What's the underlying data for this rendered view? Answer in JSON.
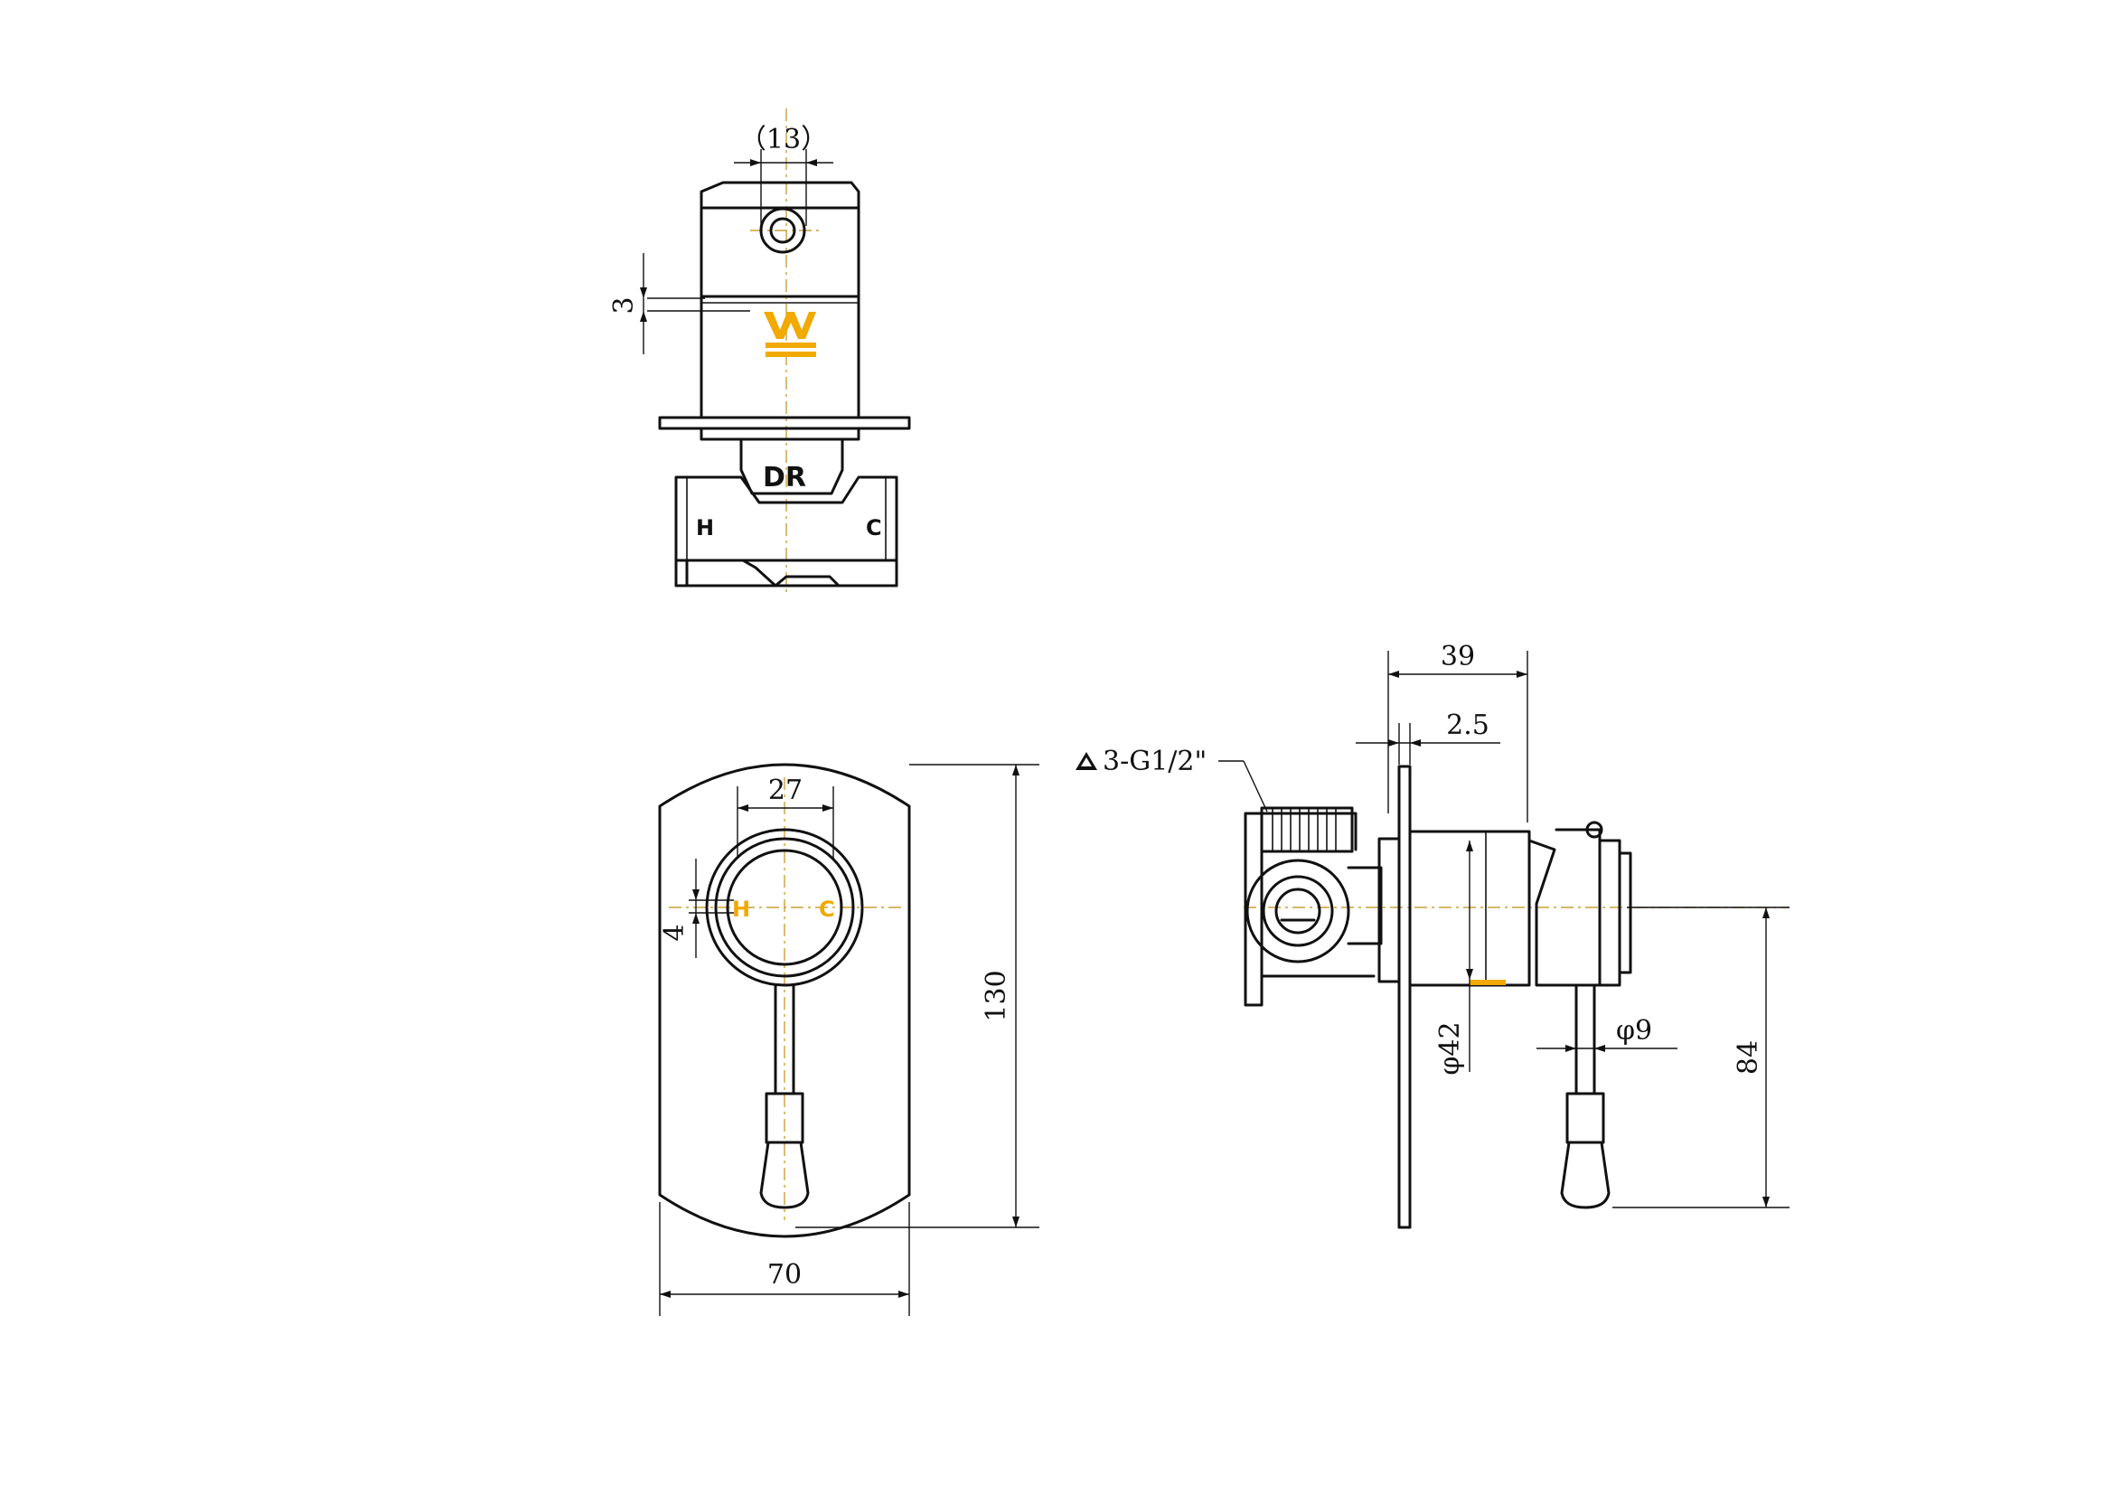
{
  "drawing": {
    "top_view": {
      "dim_width": "（13）",
      "dim_height": "3",
      "label_dr": "DR",
      "label_hot": "H",
      "label_cold": "C"
    },
    "front_view": {
      "dim_dial": "27",
      "dim_offset": "4",
      "dim_height": "130",
      "dim_width": "70",
      "label_hot": "H",
      "label_cold": "C"
    },
    "side_view": {
      "dim_depth": "39",
      "dim_plate": "2.5",
      "thread_note": "3-G1/2\"",
      "dim_body_dia": "φ42",
      "dim_handle_dia": "φ9",
      "dim_handle_len": "84"
    }
  },
  "colors": {
    "line": "#111111",
    "centerline": "#c9a13a",
    "accent": "#f2a900"
  },
  "icons": {
    "logo": "watermark-logo-icon",
    "thread_marker": "triangle-marker-icon"
  }
}
